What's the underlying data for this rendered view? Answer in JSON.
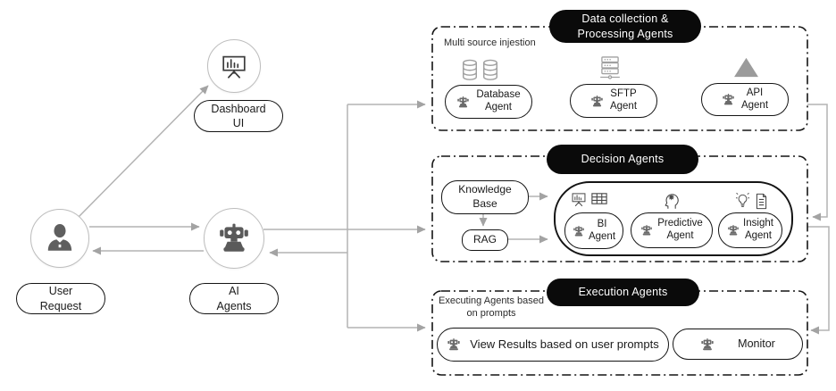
{
  "colors": {
    "header_bg": "#0a0a0a",
    "header_text": "#ffffff",
    "box_border": "#141414",
    "connector": "#b3b3b3",
    "icon_light": "#a0a0a0",
    "icon_dark": "#4a4a4a",
    "figure_gray": "#5f5f5f"
  },
  "nodes": {
    "dashboard": {
      "icon": "presentation-icon",
      "line1": "Dashboard",
      "line2": "UI"
    },
    "user": {
      "icon": "person-icon",
      "line1": "User",
      "line2": "Request"
    },
    "ai": {
      "icon": "robot-icon",
      "line1": "AI",
      "line2": "Agents"
    }
  },
  "data_collection": {
    "title_line1": "Data collection &",
    "title_line2": "Processing Agents",
    "note": "Multi source injestion",
    "agents": [
      {
        "icon": "robot-icon",
        "deco_icon": "database-icon",
        "line1": "Database",
        "line2": "Agent"
      },
      {
        "icon": "robot-icon",
        "deco_icon": "server-icon",
        "line1": "SFTP",
        "line2": "Agent"
      },
      {
        "icon": "robot-icon",
        "deco_icon": "triangle-icon",
        "line1": "API",
        "line2": "Agent"
      }
    ]
  },
  "decision": {
    "title": "Decision Agents",
    "knowledge_base": {
      "line1": "Knowledge",
      "line2": "Base"
    },
    "rag": "RAG",
    "agents": [
      {
        "icon": "robot-icon",
        "deco_icon": "presentation-icon table-icon",
        "line1": "BI",
        "line2": "Agent"
      },
      {
        "icon": "robot-icon",
        "deco_icon": "head-gear-icon",
        "line1": "Predictive",
        "line2": "Agent"
      },
      {
        "icon": "robot-icon",
        "deco_icon": "bulb-icon document-icon",
        "line1": "Insight",
        "line2": "Agent"
      }
    ]
  },
  "execution": {
    "title": "Execution Agents",
    "note_line1": "Executing Agents based",
    "note_line2": "on prompts",
    "agents": [
      {
        "icon": "robot-icon",
        "label": "View Results based on user prompts"
      },
      {
        "icon": "robot-icon",
        "label": "Monitor"
      }
    ]
  }
}
